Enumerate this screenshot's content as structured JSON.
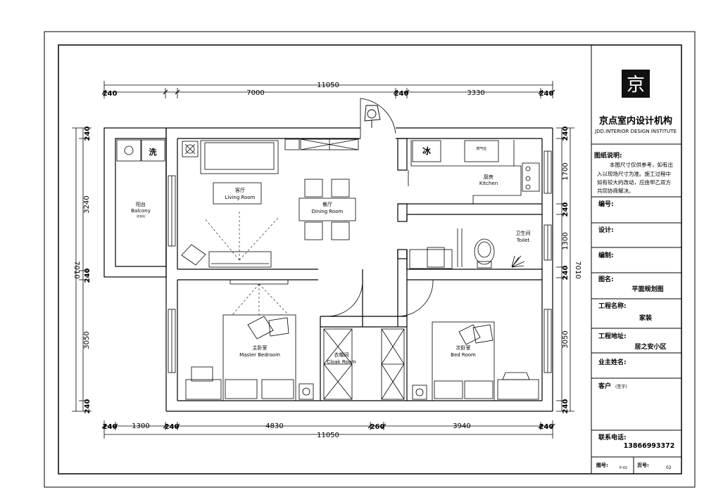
{
  "dimensions": {
    "top_total": "11050",
    "top_segments": [
      "240",
      "7000",
      "240",
      "3330",
      "240"
    ],
    "bottom_total": "11050",
    "bottom_segments": [
      "240",
      "1300",
      "240",
      "4830",
      "260",
      "3940",
      "240"
    ],
    "left_total": "7010",
    "left_segments": [
      "240",
      "3240",
      "240",
      "3050",
      "240"
    ],
    "right_total": "7010",
    "right_segments": [
      "240",
      "1700",
      "240",
      "1300",
      "240",
      "3050",
      "240"
    ]
  },
  "rooms": {
    "balcony_cn": "阳台",
    "balcony_en": "Balcony",
    "balcony_tag": "洗衣机",
    "living_cn": "客厅",
    "living_en": "Living Room",
    "dining_cn": "餐厅",
    "dining_en": "Dining Room",
    "kitchen_cn": "厨房",
    "kitchen_en": "Kitchen",
    "toilet_cn": "卫生间",
    "toilet_en": "Toilet",
    "master_cn": "主卧室",
    "master_en": "Master Bedroom",
    "cloak_cn": "衣帽间",
    "cloak_en": "Cloak Room",
    "bed_cn": "次卧室",
    "bed_en": "Bed Room"
  },
  "fixtures": {
    "wash_label": "洗",
    "fridge_label": "冰",
    "appliance_label": "燃气灶"
  },
  "title_block": {
    "logo_char": "京",
    "company_cn": "京点室内设计机构",
    "company_en": "JDD.INTERIOR DESIGN INSTITUTE",
    "notes_title": "图纸说明:",
    "notes_lines": [
      "本图尺寸仅供参考，如有出",
      "入以现场尺寸为准。施工过程中",
      "如有较大的改动，应由甲乙双方",
      "共同协商解决。"
    ],
    "number_label": "编号:",
    "design_label": "设计:",
    "draft_label": "编制:",
    "drawing_name_label": "图名:",
    "drawing_name_value": "平面规划图",
    "project_label": "工程名称:",
    "project_value": "家装",
    "address_label": "工程地址:",
    "address_value": "居之安小区",
    "owner_label": "业主姓名:",
    "client_label": "客户",
    "client_sign": "(签字)",
    "phone_label": "联系电话:",
    "phone_value": "13866993372",
    "sheet_label": "图号:",
    "sheet_value": "P-02",
    "page_label": "页号:",
    "page_value": "02"
  }
}
